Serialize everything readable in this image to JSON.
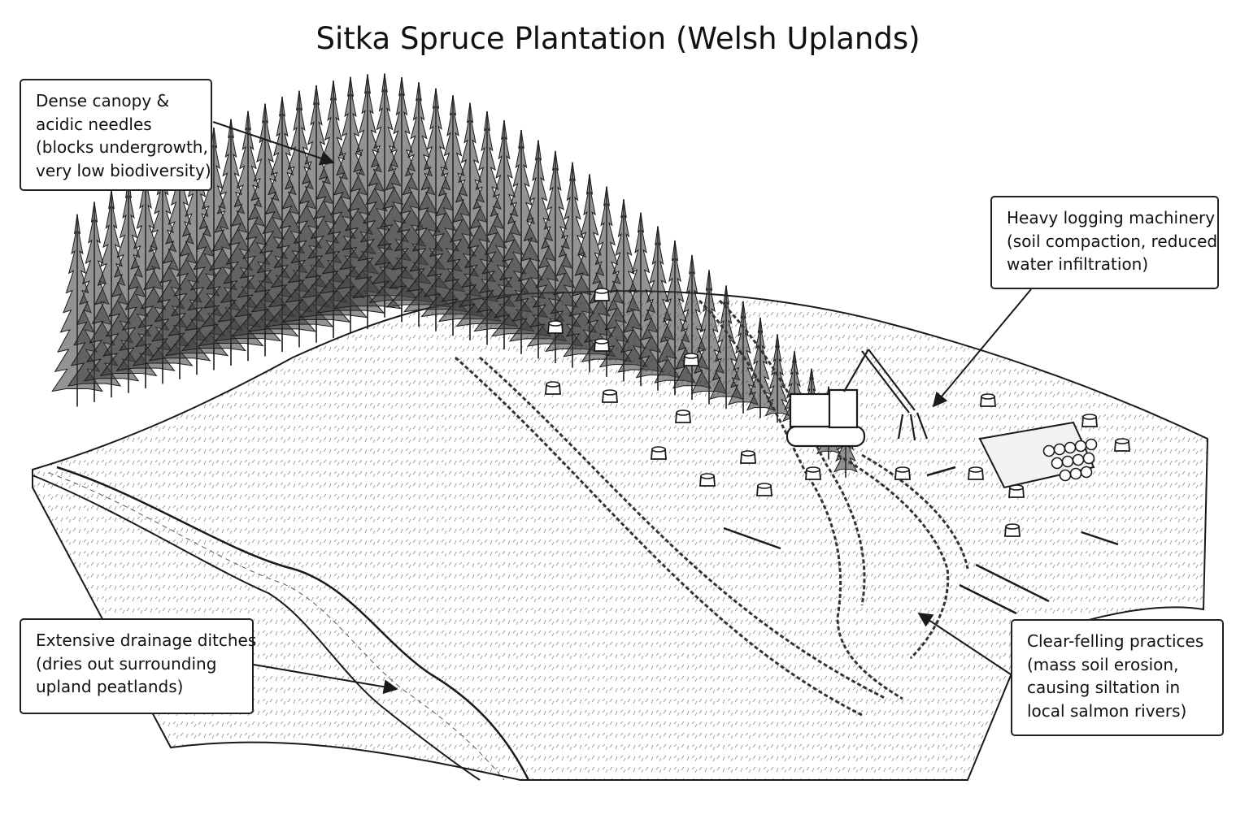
{
  "title": "Sitka Spruce Plantation (Welsh Uplands)",
  "colors": {
    "ink": "#1a1a1a",
    "paper": "#ffffff"
  },
  "callouts": {
    "canopy": [
      "Dense canopy &",
      "acidic needles",
      "(blocks undergrowth,",
      "very low biodiversity)"
    ],
    "machinery": [
      "Heavy logging machinery",
      "(soil compaction, reduced",
      "water infiltration)"
    ],
    "drainage": [
      "Extensive drainage ditches",
      "(dries out surrounding",
      "upland peatlands)"
    ],
    "clearfell": [
      "Clear-felling practices",
      "(mass soil erosion,",
      "causing siltation in",
      "local salmon rivers)"
    ]
  },
  "scene_elements": [
    "spruce-forest",
    "hillside",
    "drainage-ditch",
    "tyre-tracks",
    "tree-stumps",
    "log-pile",
    "excavator-harvester"
  ]
}
